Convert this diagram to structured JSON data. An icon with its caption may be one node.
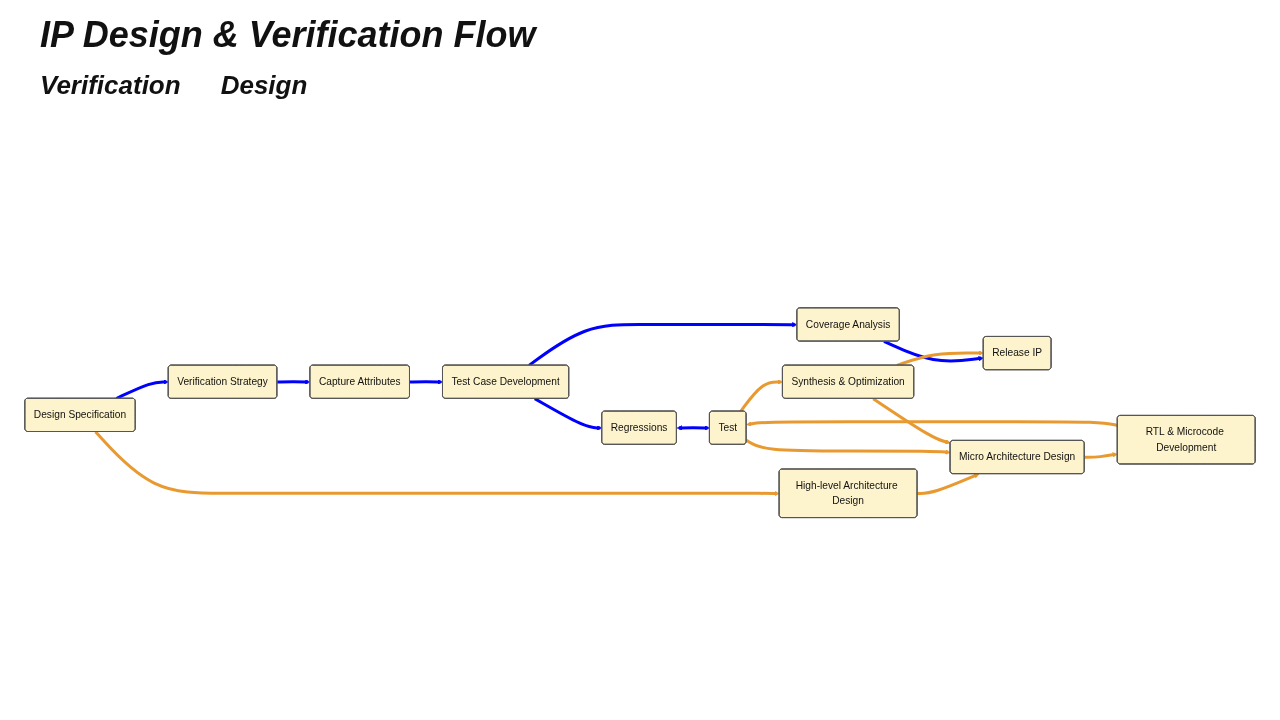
{
  "diagram": {
    "title": "IP Design & Verification Flow",
    "nodes": [
      {
        "text": [
          "Design Specification"
        ]
      },
      {
        "text": [
          "Verification Strategy"
        ]
      },
      {
        "text": [
          "Capture Attributes"
        ]
      },
      {
        "text": [
          "Test Case Development"
        ]
      },
      {
        "text": [
          "Coverage Analysis"
        ]
      },
      {
        "text": [
          "Regressions"
        ]
      },
      {
        "text": [
          "Release IP"
        ]
      },
      {
        "text": [
          "Test"
        ]
      },
      {
        "text": [
          "High-level Architecture Design"
        ]
      },
      {
        "text": [
          "Micro Architecture Design"
        ]
      },
      {
        "text": [
          "RTL & Microcode Development"
        ]
      },
      {
        "text": [
          "Synthesis & Optimization"
        ]
      }
    ],
    "edges": [
      {
        "from": 0,
        "to": 1,
        "arrow": "to",
        "color": "#0000ff"
      },
      {
        "from": 1,
        "to": 2,
        "arrow": "to",
        "color": "#0000ff"
      },
      {
        "from": 2,
        "to": 3,
        "arrow": "to",
        "color": "#0000ff"
      },
      {
        "from": 3,
        "to": 4,
        "arrow": "to",
        "color": "#0000ff"
      },
      {
        "from": 4,
        "to": 6,
        "arrow": "to",
        "color": "#0000ff"
      },
      {
        "from": 3,
        "to": 5,
        "arrow": "to",
        "color": "#0000ff"
      },
      {
        "from": 5,
        "to": 7,
        "arrow": "both",
        "color": "#0000ff"
      },
      {
        "from": 0,
        "to": 8,
        "arrow": "to"
      },
      {
        "from": 8,
        "to": 9,
        "arrow": "to"
      },
      {
        "from": 9,
        "to": 10,
        "arrow": "to"
      },
      {
        "from": 10,
        "to": 7,
        "arrow": "to"
      },
      {
        "from": 7,
        "to": 9,
        "arrow": "to"
      },
      {
        "from": 7,
        "to": 11,
        "arrow": "to"
      },
      {
        "from": 11,
        "to": 9,
        "arrow": "to"
      },
      {
        "from": 11,
        "to": 6,
        "arrow": "to"
      }
    ],
    "labels": [
      "Verification",
      "Design"
    ]
  }
}
